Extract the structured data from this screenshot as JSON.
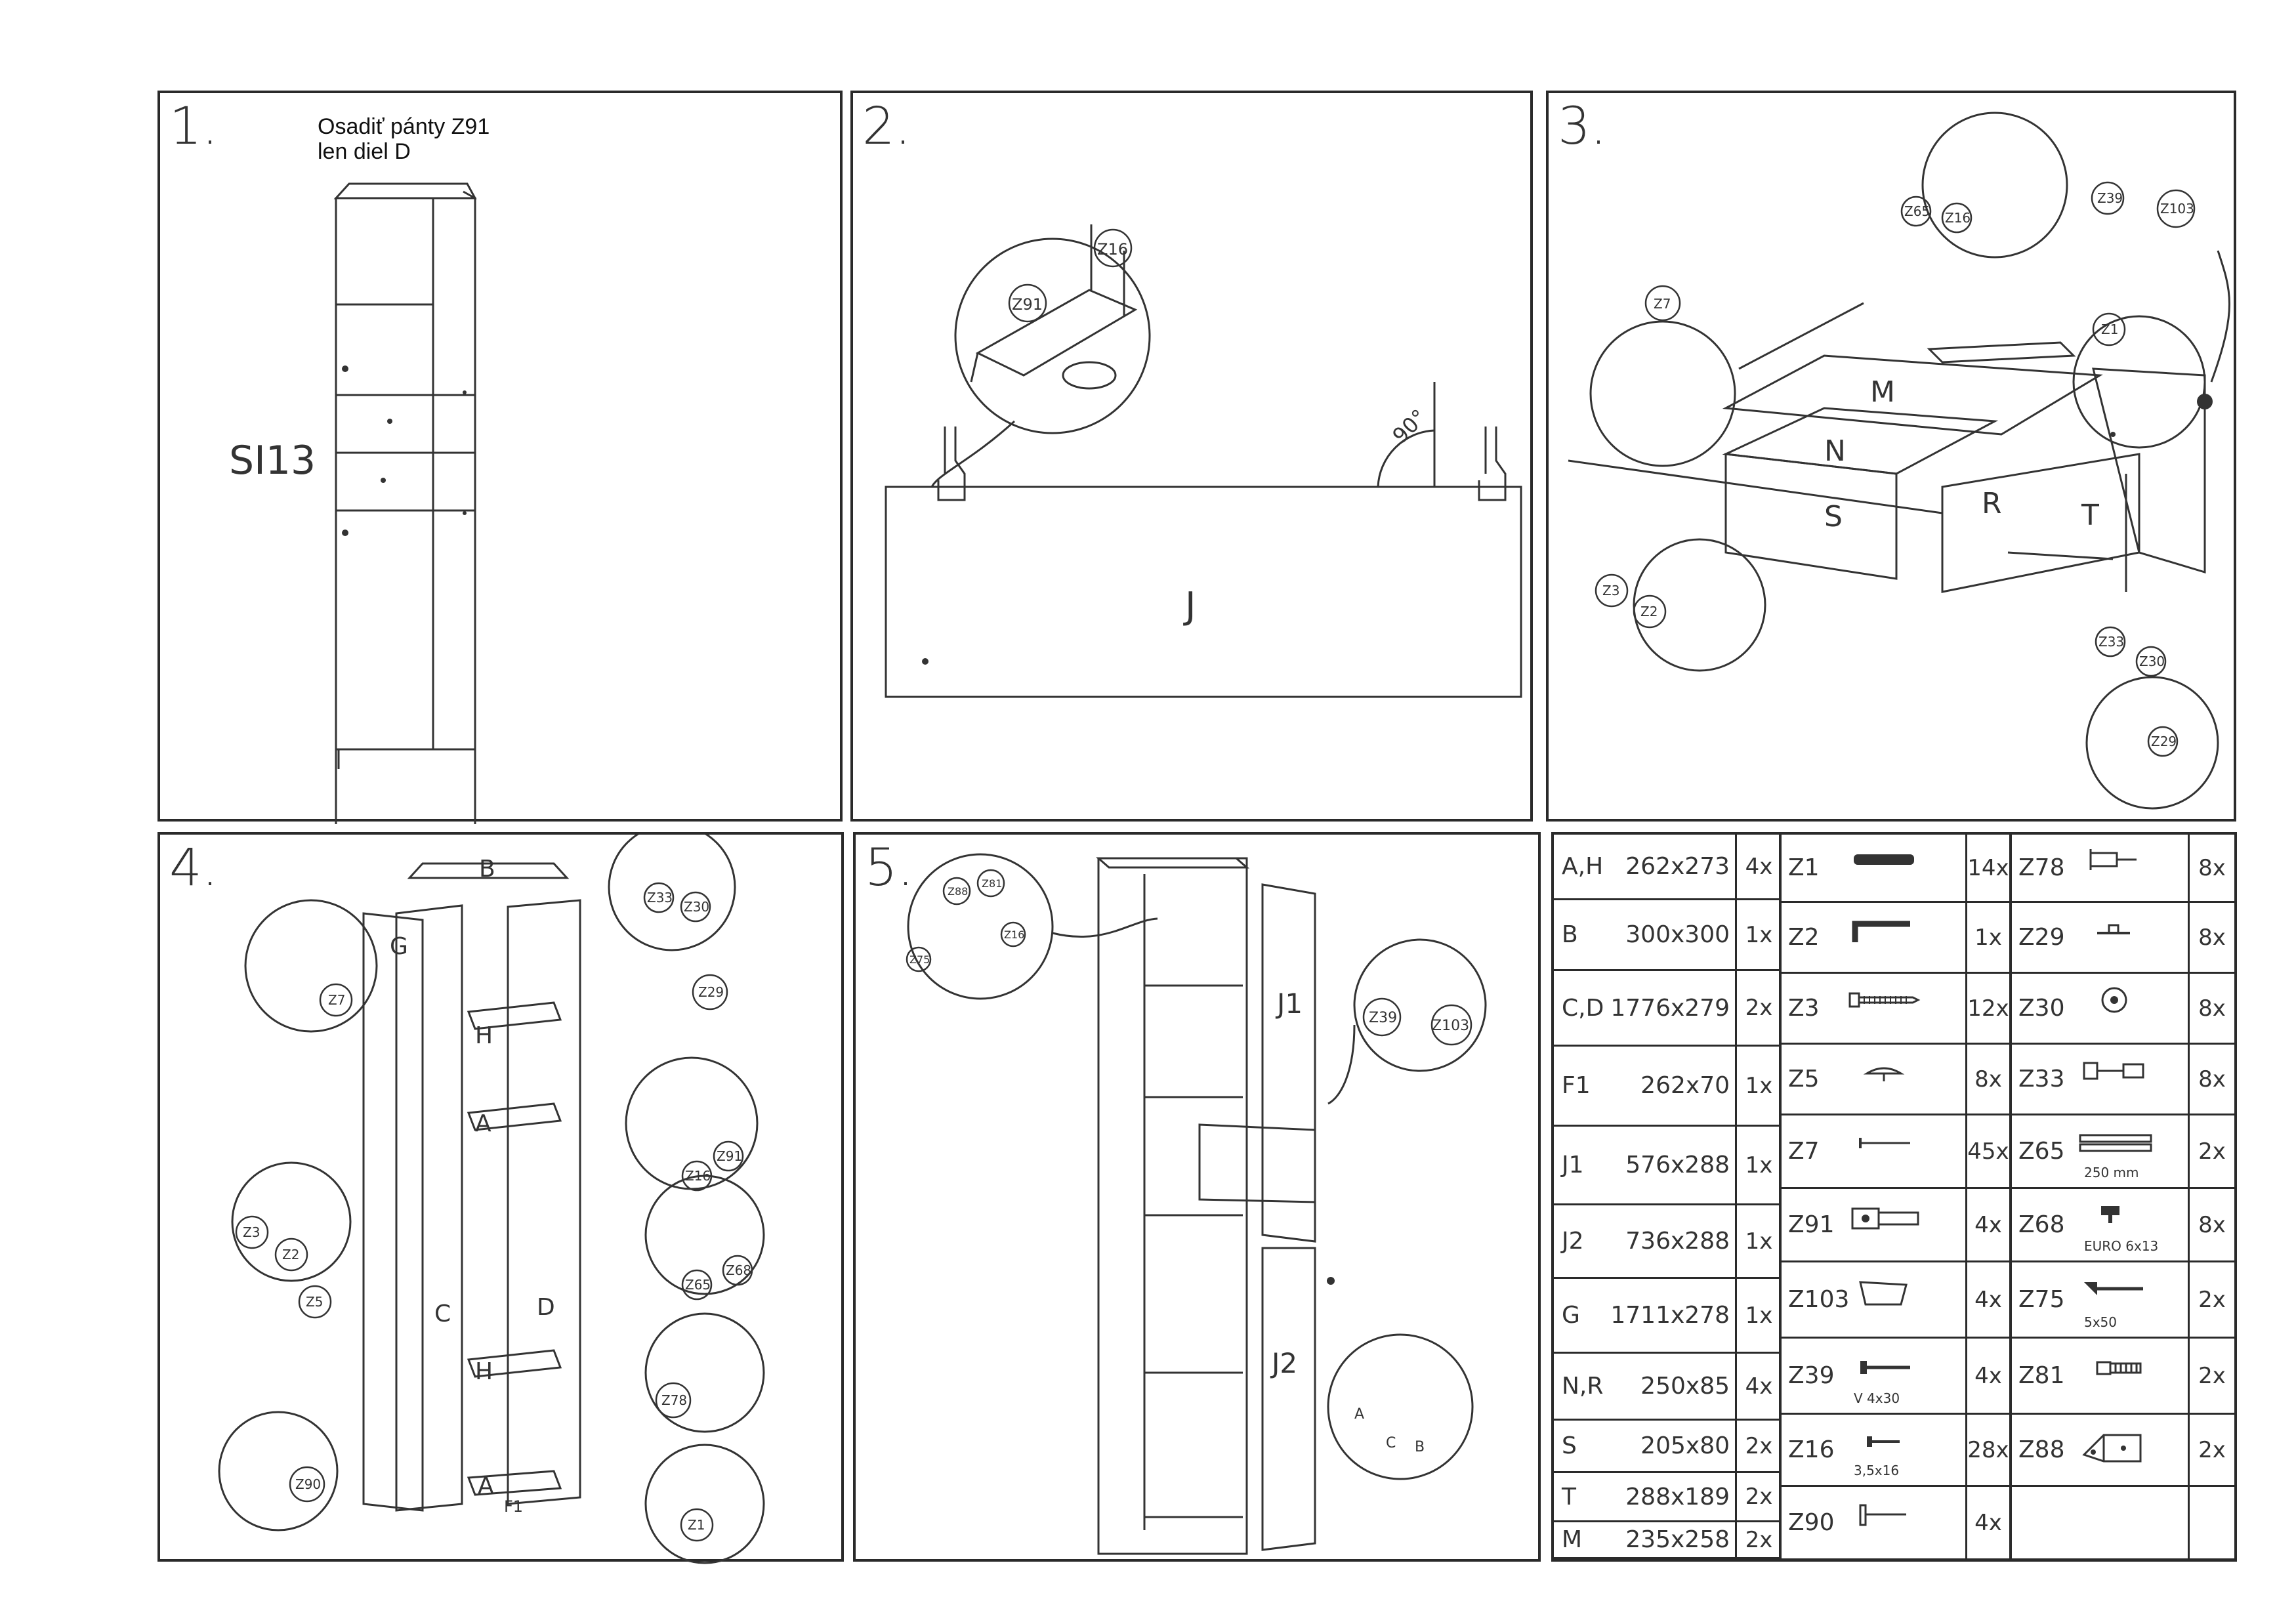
{
  "steps": [
    {
      "number": "1.",
      "note_line1": "Osadiť pánty Z91",
      "note_line2": "len diel D",
      "product_code": "SI13"
    },
    {
      "number": "2.",
      "part_label": "J",
      "callout_top": "Z16",
      "callout_bottom": "Z91",
      "angle_label": "90°"
    },
    {
      "number": "3.",
      "labels": {
        "m": "M",
        "n": "N",
        "s": "S",
        "r": "R",
        "t": "T"
      },
      "callouts": {
        "z7": "Z7",
        "z65": "Z65",
        "z16": "Z16",
        "z39": "Z39",
        "z103": "Z103",
        "z1": "Z1",
        "z3": "Z3",
        "z2": "Z2",
        "z33": "Z33",
        "z30": "Z30",
        "z29": "Z29"
      }
    },
    {
      "number": "4.",
      "labels": {
        "b": "B",
        "g": "G",
        "h1": "H",
        "a1": "A",
        "c": "C",
        "d": "D",
        "h2": "H",
        "a2": "A",
        "f1": "F1"
      },
      "callouts": {
        "z33": "Z33",
        "z30": "Z30",
        "z29": "Z29",
        "z7": "Z7",
        "z91": "Z91",
        "z16": "Z16",
        "z3": "Z3",
        "z2": "Z2",
        "z5": "Z5",
        "z65": "Z65",
        "z68": "Z68",
        "z78": "Z78",
        "z90": "Z90",
        "z1": "Z1"
      }
    },
    {
      "number": "5.",
      "labels": {
        "j1": "J1",
        "j2": "J2"
      },
      "callouts": {
        "z88": "Z88",
        "z81": "Z81",
        "z75": "Z75",
        "z16": "Z16",
        "z39": "Z39",
        "z103": "Z103",
        "a": "A",
        "b": "B",
        "c": "C"
      }
    }
  ],
  "boards": [
    {
      "label": "A,H",
      "dim": "262x273",
      "qty": "4x"
    },
    {
      "label": "B",
      "dim": "300x300",
      "qty": "1x"
    },
    {
      "label": "C,D",
      "dim": "1776x279",
      "qty": "2x"
    },
    {
      "label": "F1",
      "dim": "262x70",
      "qty": "1x"
    },
    {
      "label": "J1",
      "dim": "576x288",
      "qty": "1x"
    },
    {
      "label": "J2",
      "dim": "736x288",
      "qty": "1x"
    },
    {
      "label": "G",
      "dim": "1711x278",
      "qty": "1x"
    },
    {
      "label": "N,R",
      "dim": "250x85",
      "qty": "4x"
    },
    {
      "label": "S",
      "dim": "205x80",
      "qty": "2x"
    },
    {
      "label": "T",
      "dim": "288x189",
      "qty": "2x"
    },
    {
      "label": "M",
      "dim": "235x258",
      "qty": "2x"
    }
  ],
  "hardware_a": [
    {
      "code": "Z1",
      "icon": "dowel-icon",
      "qty": "14x",
      "caption": ""
    },
    {
      "code": "Z2",
      "icon": "allen-key-icon",
      "qty": "1x",
      "caption": ""
    },
    {
      "code": "Z3",
      "icon": "confirmat-screw-icon",
      "qty": "12x",
      "caption": ""
    },
    {
      "code": "Z5",
      "icon": "cover-cap-icon",
      "qty": "8x",
      "caption": ""
    },
    {
      "code": "Z7",
      "icon": "nail-icon",
      "qty": "45x",
      "caption": ""
    },
    {
      "code": "Z91",
      "icon": "hinge-icon",
      "qty": "4x",
      "caption": ""
    },
    {
      "code": "Z103",
      "icon": "door-stop-icon",
      "qty": "4x",
      "caption": ""
    },
    {
      "code": "Z39",
      "icon": "wood-screw-icon",
      "qty": "4x",
      "caption": "V 4x30"
    },
    {
      "code": "Z16",
      "icon": "small-screw-icon",
      "qty": "28x",
      "caption": "3,5x16"
    },
    {
      "code": "Z90",
      "icon": "glide-icon",
      "qty": "4x",
      "caption": ""
    }
  ],
  "hardware_b": [
    {
      "code": "Z78",
      "icon": "shelf-pin-icon",
      "qty": "8x",
      "caption": ""
    },
    {
      "code": "Z29",
      "icon": "cam-bolt-icon",
      "qty": "8x",
      "caption": ""
    },
    {
      "code": "Z30",
      "icon": "cam-lock-icon",
      "qty": "8x",
      "caption": ""
    },
    {
      "code": "Z33",
      "icon": "connector-icon",
      "qty": "8x",
      "caption": ""
    },
    {
      "code": "Z65",
      "icon": "drawer-runner-icon",
      "qty": "2x",
      "caption": "250 mm"
    },
    {
      "code": "Z68",
      "icon": "euro-screw-icon",
      "qty": "8x",
      "caption": "EURO 6x13"
    },
    {
      "code": "Z75",
      "icon": "long-screw-icon",
      "qty": "2x",
      "caption": "5x50"
    },
    {
      "code": "Z81",
      "icon": "wall-plug-icon",
      "qty": "2x",
      "caption": ""
    },
    {
      "code": "Z88",
      "icon": "angle-bracket-icon",
      "qty": "2x",
      "caption": ""
    },
    {
      "code": "",
      "icon": "",
      "qty": "",
      "caption": ""
    }
  ]
}
